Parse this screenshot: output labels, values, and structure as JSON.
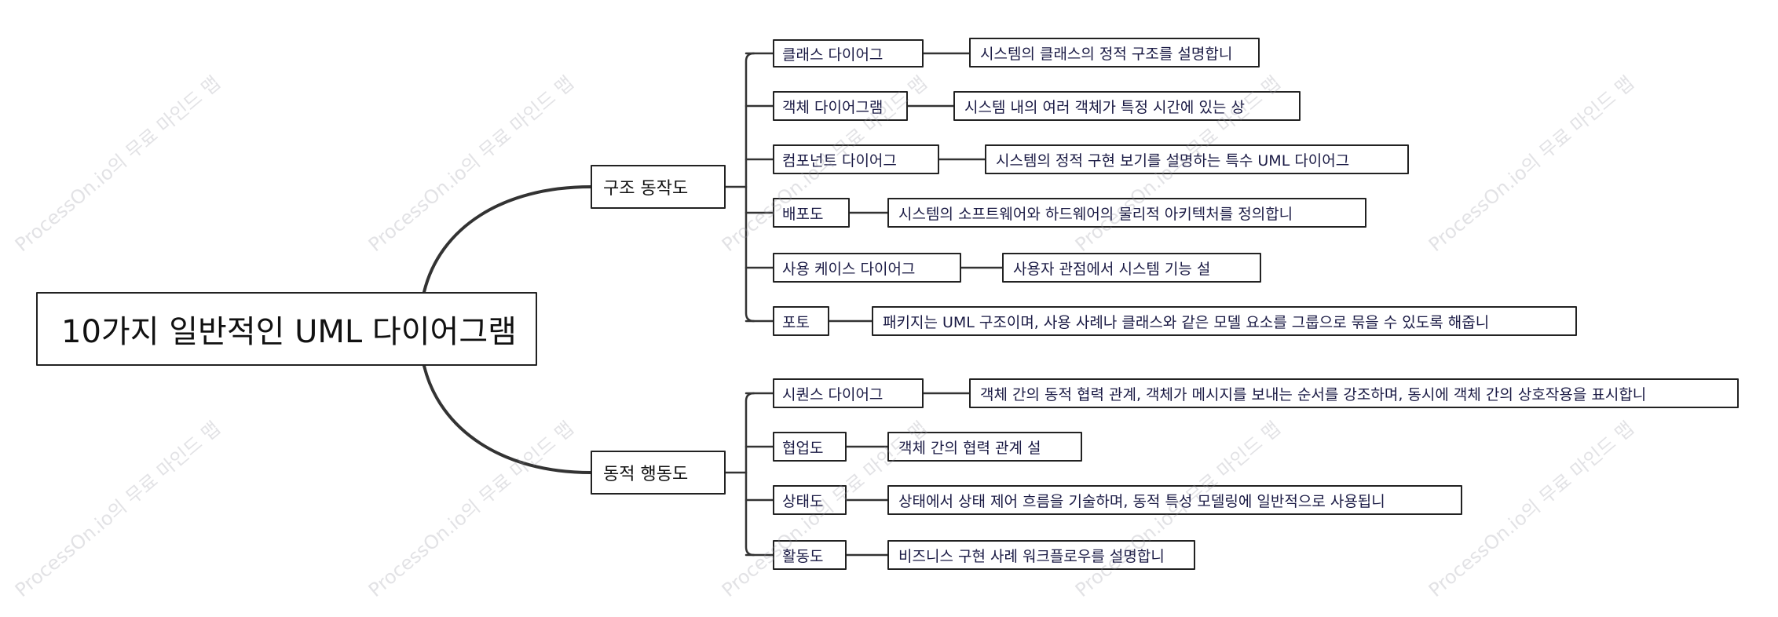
{
  "diagram": {
    "root": "10가지 일반적인 UML 다이어그램",
    "branches": [
      {
        "label": "구조 동작도",
        "children": [
          {
            "label": "클래스 다이어그",
            "desc": "시스템의 클래스의 정적 구조를 설명합니"
          },
          {
            "label": "객체 다이어그램",
            "desc": "시스템 내의 여러 객체가 특정 시간에 있는 상"
          },
          {
            "label": "컴포넌트 다이어그",
            "desc": "시스템의 정적 구현 보기를 설명하는 특수 UML 다이어그"
          },
          {
            "label": "배포도",
            "desc": "시스템의 소프트웨어와 하드웨어의 물리적 아키텍처를 정의합니"
          },
          {
            "label": "사용 케이스 다이어그",
            "desc": "사용자 관점에서 시스템 기능 설"
          },
          {
            "label": "포토",
            "desc": "패키지는 UML 구조이며, 사용 사례나 클래스와 같은 모델 요소를 그룹으로 묶을 수 있도록 해줍니"
          }
        ]
      },
      {
        "label": "동적 행동도",
        "children": [
          {
            "label": "시퀀스 다이어그",
            "desc": "객체 간의 동적 협력 관계, 객체가 메시지를 보내는 순서를 강조하며, 동시에 객체 간의 상호작용을 표시합니"
          },
          {
            "label": "협업도",
            "desc": "객체 간의 협력 관계 설"
          },
          {
            "label": "상태도",
            "desc": "상태에서 상태 제어 흐름을 기술하며, 동적 특성 모델링에 일반적으로 사용됩니"
          },
          {
            "label": "활동도",
            "desc": "비즈니스 구현 사례 워크플로우를 설명합니"
          }
        ]
      }
    ]
  },
  "watermark": "ProcessOn.io의 무료 마인드 맵"
}
